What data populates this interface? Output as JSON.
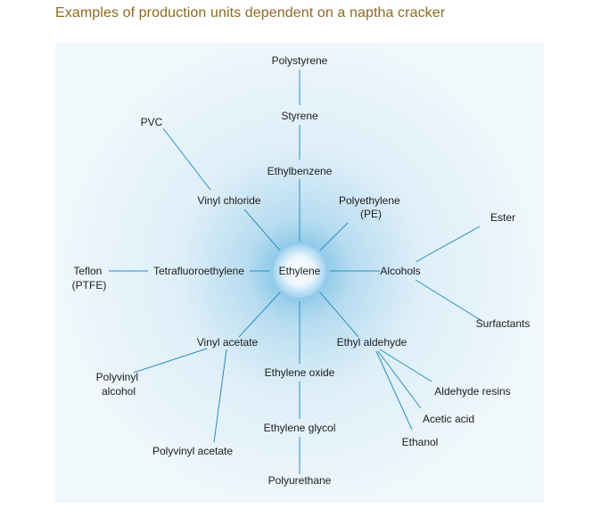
{
  "title": "Examples of production units dependent on a naptha cracker",
  "colors": {
    "title": "#8a6a1e",
    "line": "#2a8fbe",
    "glow_center": "#6ab9e2",
    "panel": "#f1f8fc"
  },
  "nodes": {
    "ethylene": "Ethylene",
    "polystyrene": "Polystyrene",
    "styrene": "Styrene",
    "ethylbenzene": "Ethylbenzene",
    "pvc": "PVC",
    "vinyl_chloride": "Vinyl chloride",
    "polyethylene": [
      "Polyethylene",
      "(PE)"
    ],
    "ester": "Ester",
    "teflon": [
      "Teflon",
      "(PTFE)"
    ],
    "tetrafluoroethylene": "Tetrafluoroethylene",
    "alcohols": "Alcohols",
    "surfactants": "Surfactants",
    "vinyl_acetate": "Vinyl acetate",
    "ethyl_aldehyde": "Ethyl aldehyde",
    "polyvinyl_alcohol": [
      "Polyvinyl",
      "alcohol"
    ],
    "ethylene_oxide": "Ethylene oxide",
    "aldehyde_resins": "Aldehyde resins",
    "acetic_acid": "Acetic acid",
    "ethylene_glycol": "Ethylene glycol",
    "ethanol": "Ethanol",
    "polyvinyl_acetate": "Polyvinyl acetate",
    "polyurethane": "Polyurethane"
  }
}
